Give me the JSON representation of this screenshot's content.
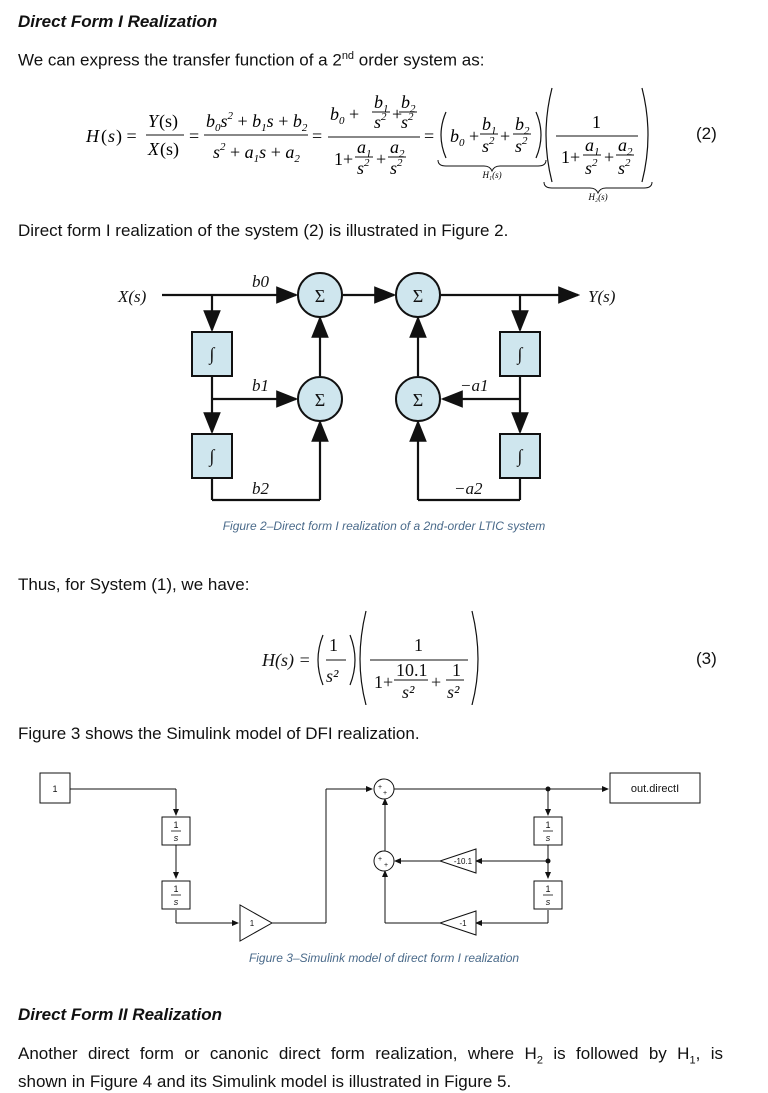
{
  "heading1": "Direct Form I Realization",
  "intro": {
    "before": "We can express the transfer function of a 2",
    "sup": "nd",
    "after": " order system as:"
  },
  "eq2": {
    "number": "(2)",
    "H": "H",
    "s": "s",
    "Y": "Y",
    "X": "X",
    "b0": "b",
    "sub0": "0",
    "sub1": "1",
    "sub2": "2",
    "a": "a",
    "one": "1",
    "H1": "H₁(s)",
    "H2": "H₂(s)"
  },
  "para2": "Direct form I realization of the system (2) is illustrated in Figure 2.",
  "figure2": {
    "input": "X(s)",
    "output": "Y(s)",
    "sum": "Σ",
    "integrator": "∫",
    "b0": "b0",
    "b1": "b1",
    "b2": "b2",
    "na1": "−a1",
    "na2": "−a2",
    "caption": "Figure 2–Direct form I realization of a 2nd-order LTIC system"
  },
  "para3": "Thus, for System (1), we have:",
  "eq3": {
    "number": "(3)",
    "lhs": "H(s) =",
    "one": "1",
    "s2": "s²",
    "coef": "10.1"
  },
  "para4": "Figure 3 shows the Simulink model of DFI realization.",
  "figure3": {
    "constant": "1",
    "integrator_num": "1",
    "integrator_den": "s",
    "gain_main": "1",
    "gain_a1": "-10.1",
    "gain_a2": "-1",
    "output": "out.directI",
    "caption": "Figure 3–Simulink model of direct form I realization"
  },
  "heading2": "Direct Form II Realization",
  "para5": {
    "text1": "Another direct form or canonic direct form realization, where H",
    "sub_a": "2",
    "text2": " is followed by H",
    "sub_b": "1",
    "text3": ", is",
    "line2": "shown in Figure 4 and its Simulink model is illustrated in Figure 5."
  }
}
